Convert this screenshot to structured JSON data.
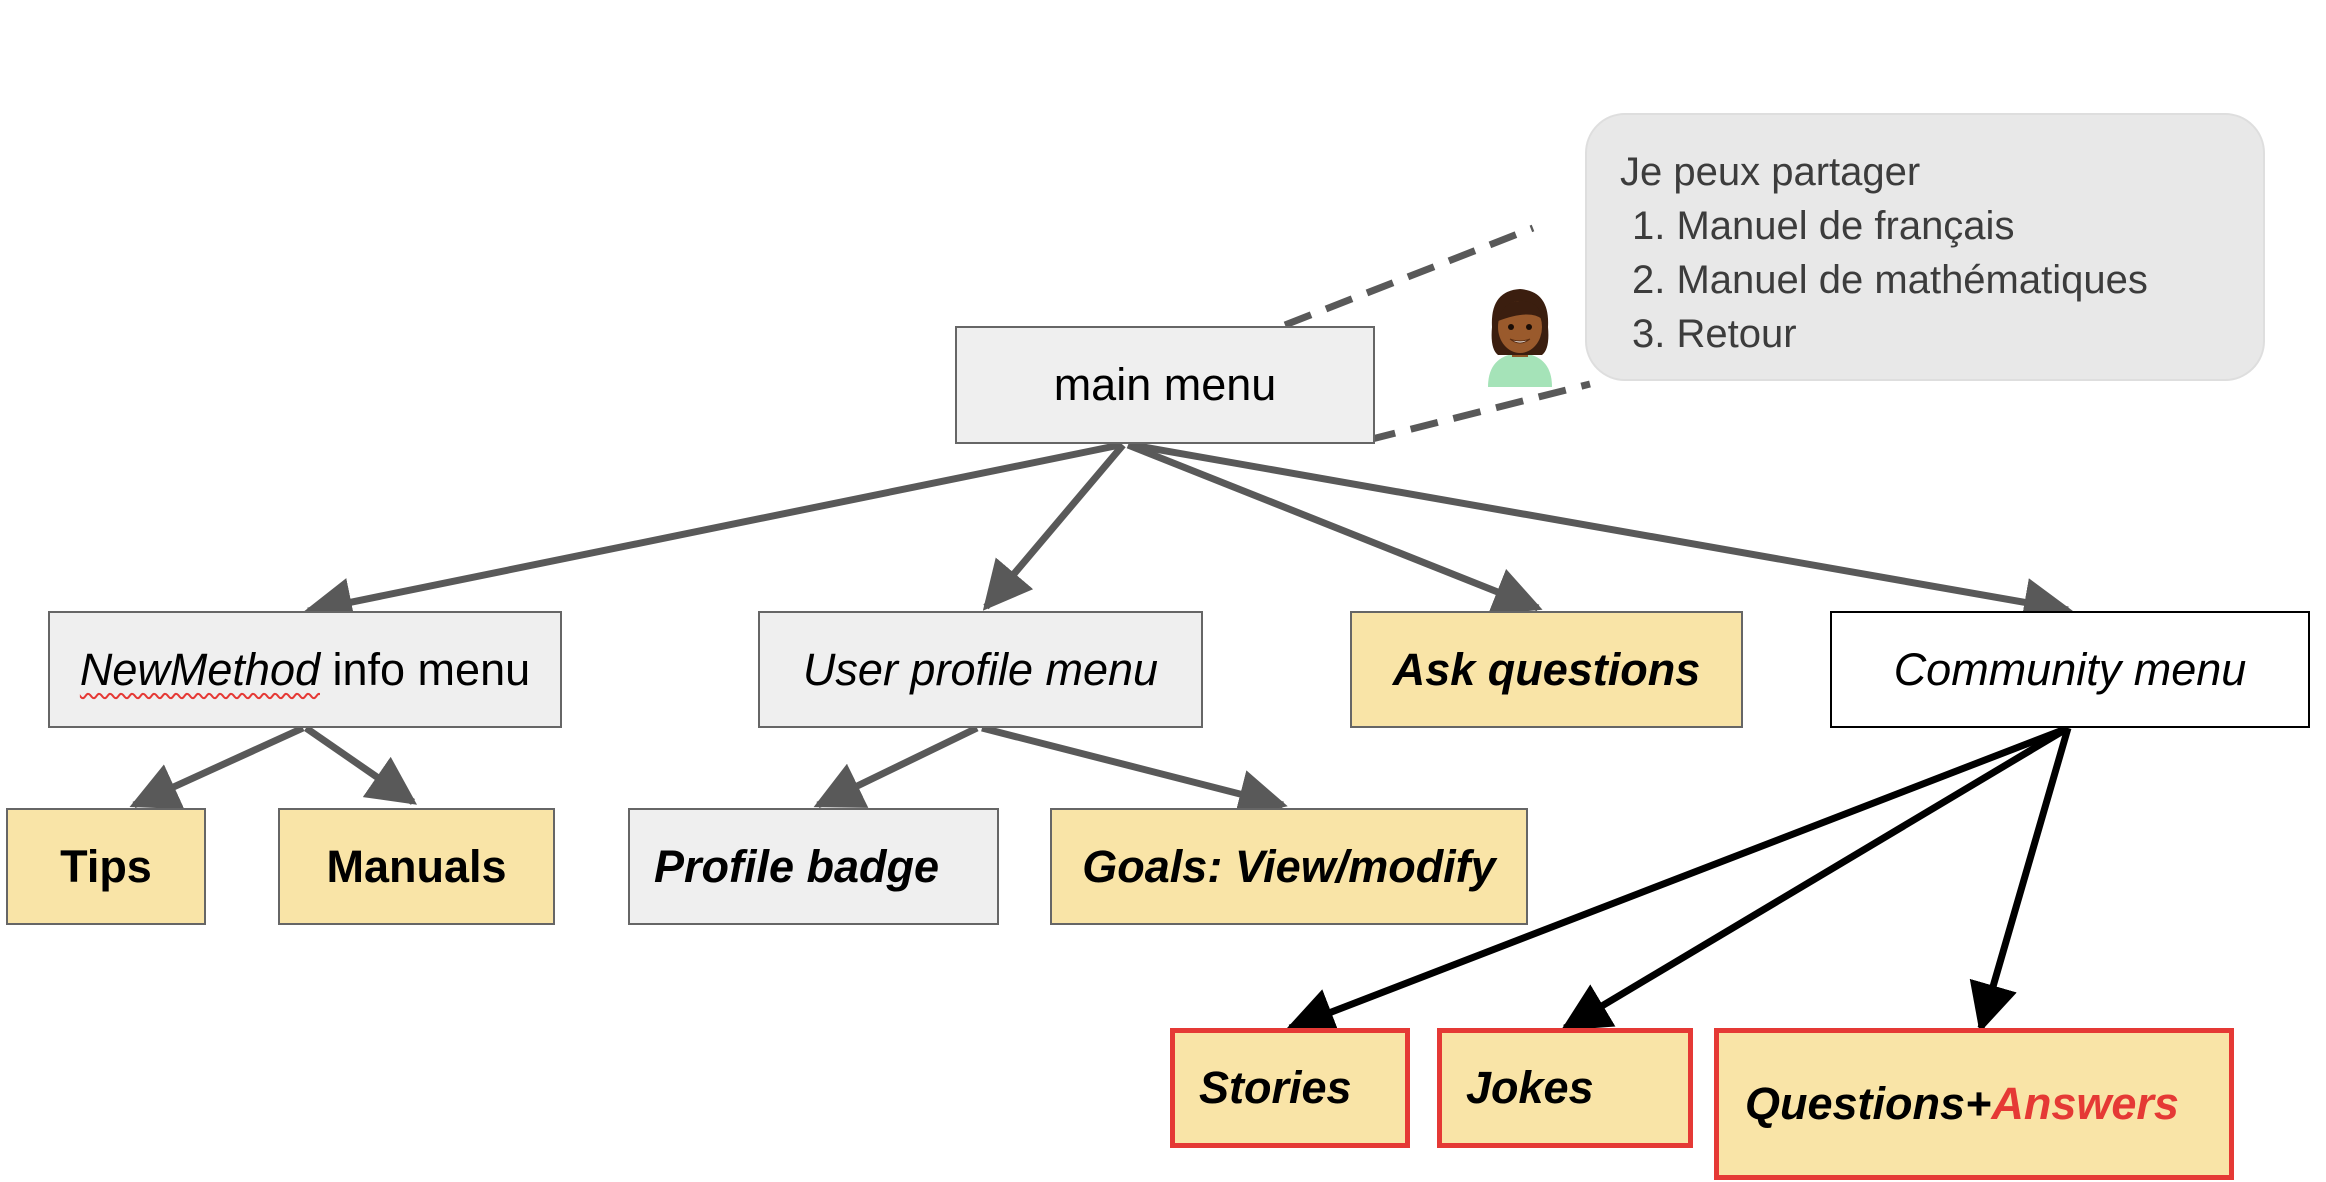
{
  "diagram": {
    "nodes": {
      "main_menu": "main menu",
      "newmethod_em": "NewMethod",
      "newmethod_rest": " info menu",
      "user_profile": "User profile menu",
      "ask_questions": "Ask questions",
      "community": "Community menu",
      "tips": "Tips",
      "manuals": "Manuals",
      "profile_badge": "Profile badge",
      "goals": "Goals: View/modify",
      "stories": "Stories",
      "jokes": "Jokes",
      "qa_prefix": "Questions+",
      "qa_accent": "Answers"
    },
    "speech_bubble": {
      "intro": "Je peux partager",
      "items": [
        "1. Manuel de français",
        "2. Manuel de mathématiques",
        "3. Retour"
      ]
    },
    "colors": {
      "grey_fill": "#efefef",
      "yellow_fill": "#f9e4a7",
      "red_border": "#e53935",
      "grey_arrow": "#595959",
      "black_arrow": "#000000"
    },
    "icons": {
      "avatar": "woman-face-emoji-icon"
    }
  }
}
